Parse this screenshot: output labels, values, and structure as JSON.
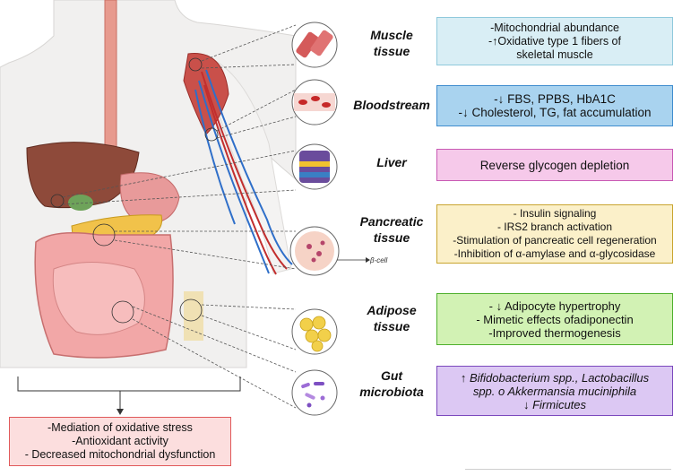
{
  "tissues": [
    {
      "label": "Muscle\ntissue",
      "effects": "-Mitochondrial abundance\n-↑Oxidative type 1 fibers of\nskeletal muscle"
    },
    {
      "label": "Bloodstream",
      "effects": "-↓ FBS, PPBS, HbA1C\n-↓ Cholesterol, TG, fat accumulation"
    },
    {
      "label": "Liver",
      "effects": "Reverse glycogen depletion"
    },
    {
      "label": "Pancreatic\ntissue",
      "effects": "- Insulin signaling\n- IRS2 branch activation\n-Stimulation of pancreatic cell regeneration\n-Inhibition of α-amylase and α-glycosidase"
    },
    {
      "label": "Adipose\ntissue",
      "effects": "- ↓ Adipocyte hypertrophy\n- Mimetic effects ofadiponectin\n-Improved thermogenesis"
    },
    {
      "label": "Gut\nmicrobiota",
      "effects": "↑ Bifidobacterium spp., Lactobacillus\nspp. o Akkermansia muciniphila\n↓ Firmicutes"
    }
  ],
  "beta_cell_label": "β-cell",
  "systemic_effects": "-Mediation of oxidative stress\n-Antioxidant activity\n- Decreased mitochondrial dysfunction",
  "colors": {
    "muscle": "#d9eef5",
    "bloodstream": "#a9d3ef",
    "liver": "#f6c9ea",
    "pancreatic": "#fbf0c9",
    "adipose": "#d2f2b4",
    "gut": "#dcc8f3",
    "systemic": "#fcdede"
  }
}
